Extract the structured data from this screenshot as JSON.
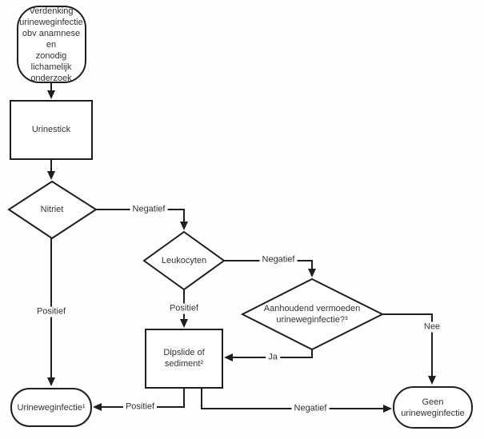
{
  "diagram": {
    "kind": "flowchart",
    "language": "nl",
    "topic": "Diagnostiek urineweginfectie",
    "colors": {
      "line": "#1f1f1f",
      "text": "#333333",
      "node_fill": "#ffffff",
      "background": "#fefefe"
    },
    "nodes": {
      "start": {
        "shape": "terminator",
        "text": "Verdenking\nurineweginfectie\nobv anamnese en\nzonodig\nlichamelijk\nonderzoek"
      },
      "urinestick": {
        "shape": "process",
        "text": "Urinestick"
      },
      "nitriet": {
        "shape": "decision",
        "text": "Nitriet"
      },
      "leukocyten": {
        "shape": "decision",
        "text": "Leukocyten"
      },
      "aanhoudend": {
        "shape": "decision",
        "text": "Aanhoudend vermoeden\nurineweginfectie?³"
      },
      "dipslide": {
        "shape": "process",
        "text": "Dipslide of\nsediment²"
      },
      "uwi": {
        "shape": "terminator",
        "text": "Urineweginfectie¹"
      },
      "geen_uwi": {
        "shape": "terminator",
        "text": "Geen\nurineweginfectie"
      }
    },
    "edges": {
      "start_urinestick": {
        "from": "start",
        "to": "urinestick",
        "label": ""
      },
      "urinestick_nitriet": {
        "from": "urinestick",
        "to": "nitriet",
        "label": ""
      },
      "nitriet_negatief": {
        "from": "nitriet",
        "to": "leukocyten",
        "label": "Negatief"
      },
      "nitriet_positief": {
        "from": "nitriet",
        "to": "uwi",
        "label": "Positief"
      },
      "leukocyten_negatief": {
        "from": "leukocyten",
        "to": "aanhoudend",
        "label": "Negatief"
      },
      "leukocyten_positief": {
        "from": "leukocyten",
        "to": "dipslide",
        "label": "Positief"
      },
      "aanhoudend_ja": {
        "from": "aanhoudend",
        "to": "dipslide",
        "label": "Ja"
      },
      "aanhoudend_nee": {
        "from": "aanhoudend",
        "to": "geen_uwi",
        "label": "Nee"
      },
      "dipslide_positief": {
        "from": "dipslide",
        "to": "uwi",
        "label": "Positief"
      },
      "dipslide_negatief": {
        "from": "dipslide",
        "to": "geen_uwi",
        "label": "Negatief"
      }
    }
  }
}
